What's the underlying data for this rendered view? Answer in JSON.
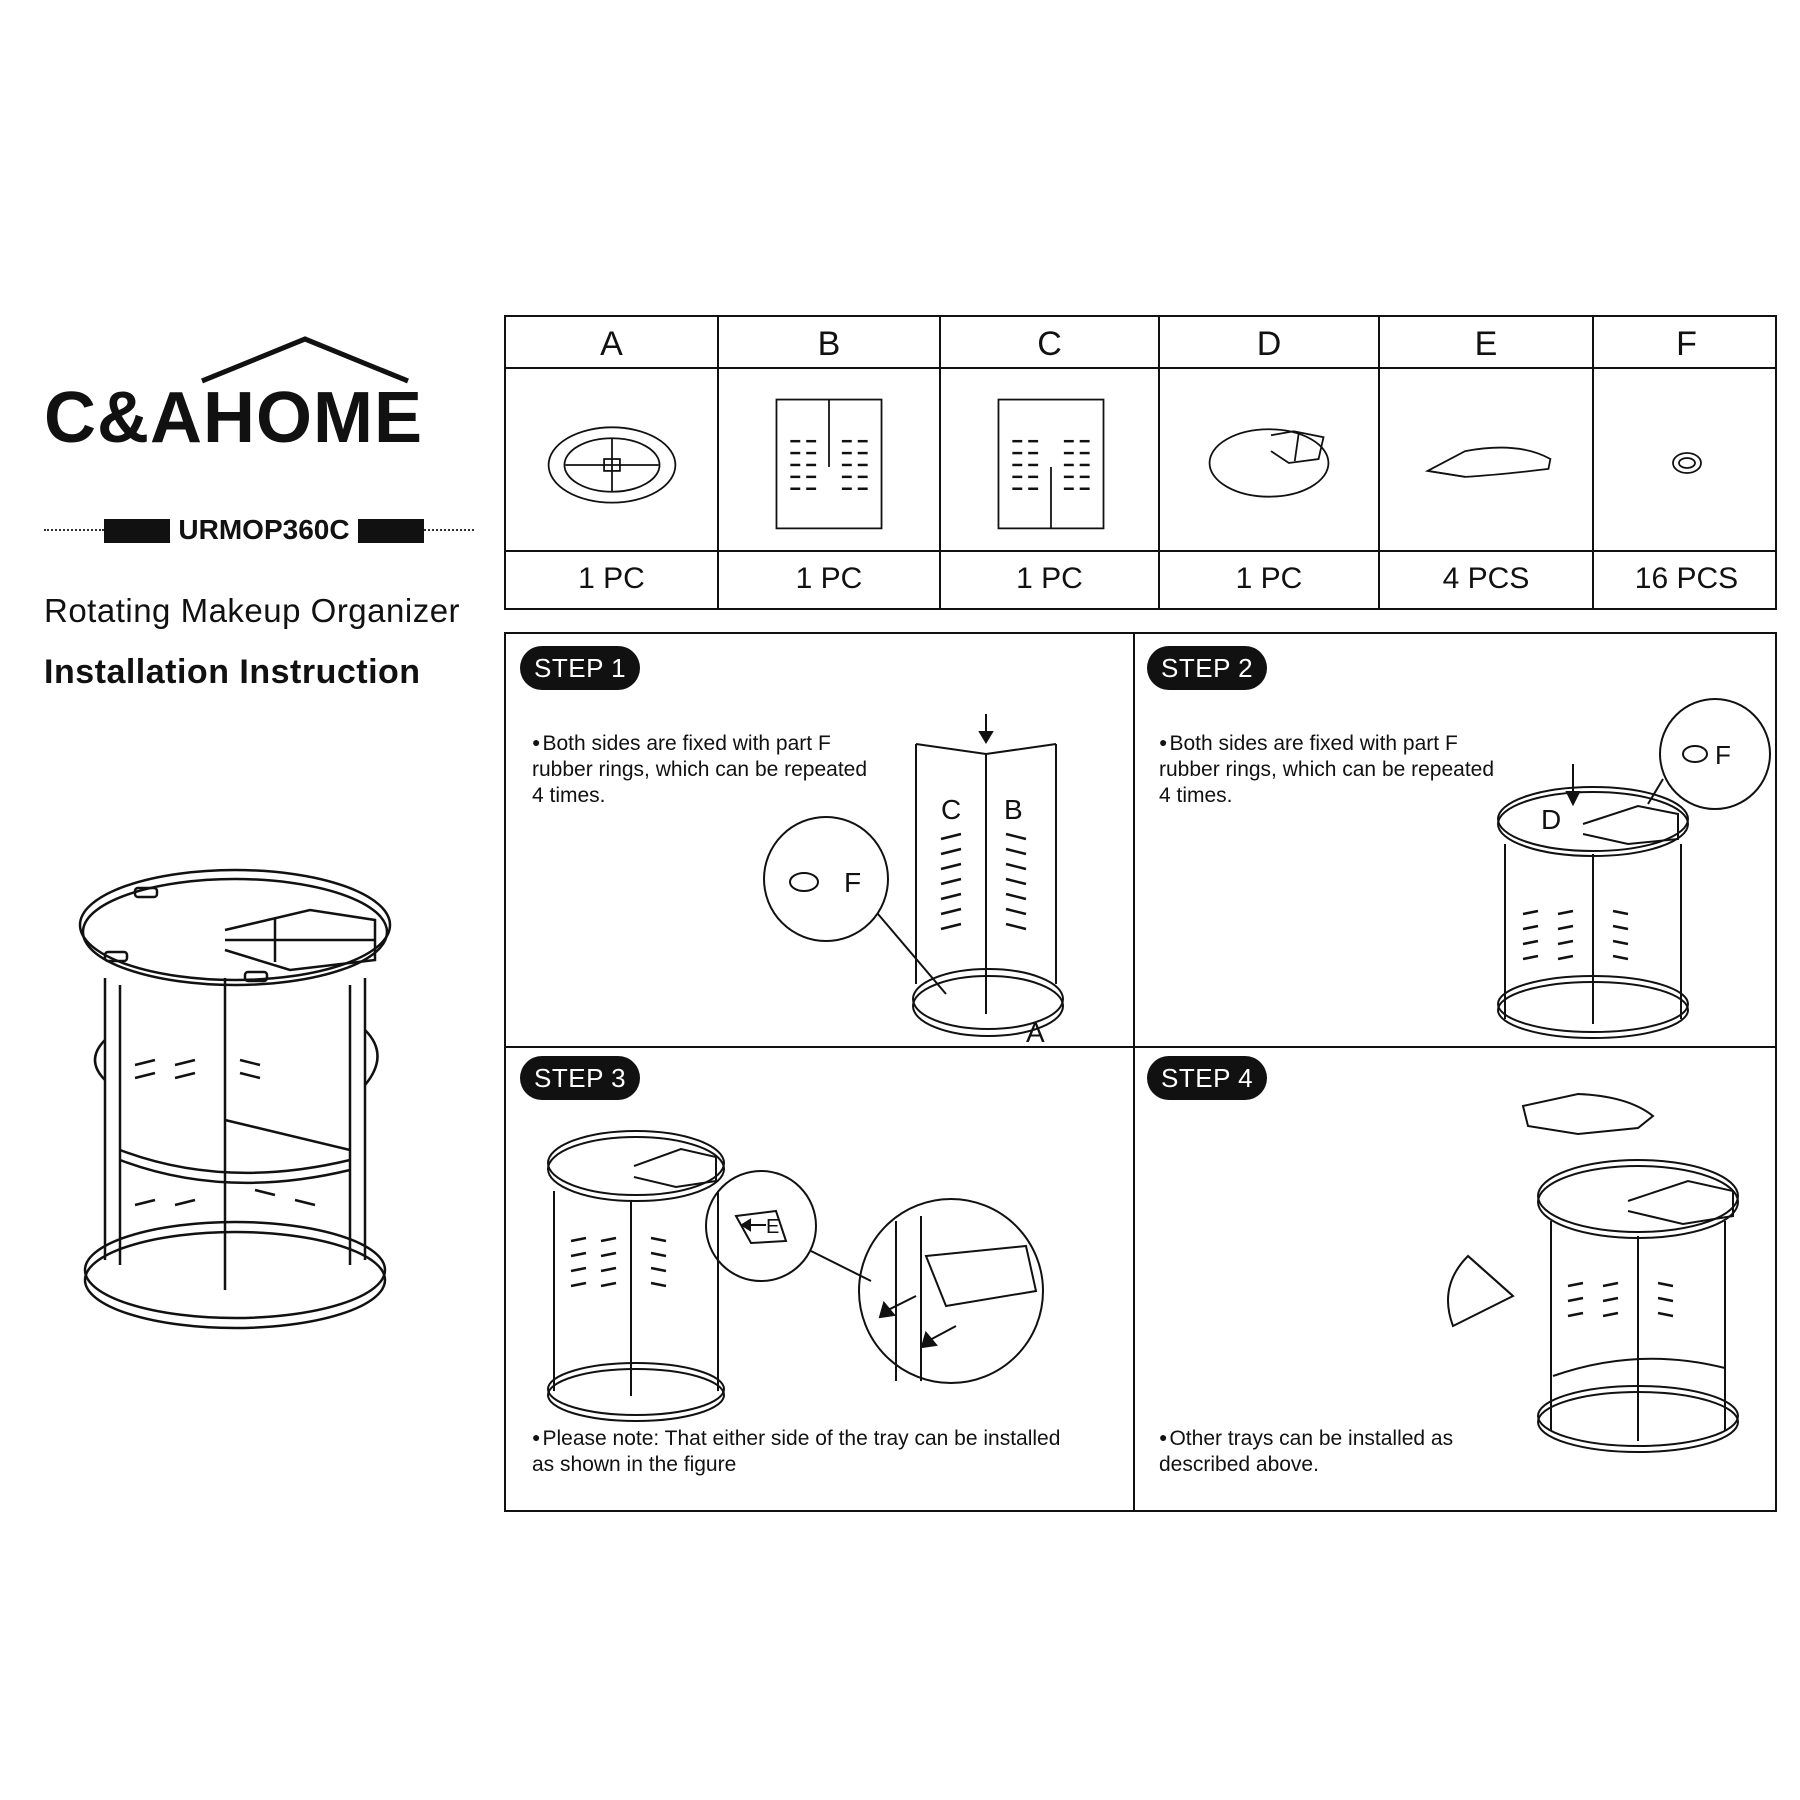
{
  "brand": {
    "logo": "C&AHOME",
    "model": "URMOP360C",
    "product_name": "Rotating Makeup Organizer",
    "doc_title": "Installation Instruction"
  },
  "parts": [
    {
      "letter": "A",
      "qty": "1 PC",
      "icon": "turntable-base-icon"
    },
    {
      "letter": "B",
      "qty": "1 PC",
      "icon": "panel-top-slot-icon"
    },
    {
      "letter": "C",
      "qty": "1 PC",
      "icon": "panel-bottom-slot-icon"
    },
    {
      "letter": "D",
      "qty": "1 PC",
      "icon": "top-plate-icon"
    },
    {
      "letter": "E",
      "qty": "4 PCS",
      "icon": "tray-icon"
    },
    {
      "letter": "F",
      "qty": "16 PCS",
      "icon": "rubber-ring-icon"
    }
  ],
  "steps": [
    {
      "label": "STEP 1",
      "text_line1": "Both sides are fixed with part F",
      "text_line2": "rubber rings, which can be repeated",
      "text_line3": "4 times.",
      "callouts": [
        "C",
        "B",
        "F",
        "A"
      ]
    },
    {
      "label": "STEP 2",
      "text_line1": "Both sides are fixed with part F",
      "text_line2": "rubber rings, which can be repeated",
      "text_line3": "4 times.",
      "callouts": [
        "D",
        "F"
      ]
    },
    {
      "label": "STEP 3",
      "text_line1": "Please note: That either side of the tray can be installed",
      "text_line2": "as shown in the figure",
      "callouts": [
        "E"
      ]
    },
    {
      "label": "STEP 4",
      "text_line1": "Other trays can be installed as",
      "text_line2": "described above."
    }
  ]
}
